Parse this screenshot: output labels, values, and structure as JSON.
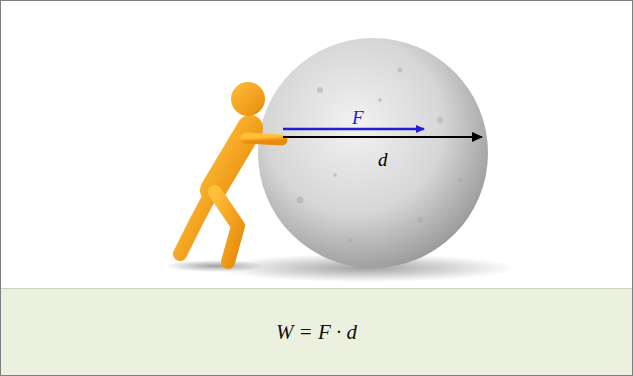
{
  "diagram": {
    "nodes": [
      {
        "text": [
          "W = F · d"
        ]
      }
    ],
    "labels": [
      "F",
      "d"
    ]
  }
}
